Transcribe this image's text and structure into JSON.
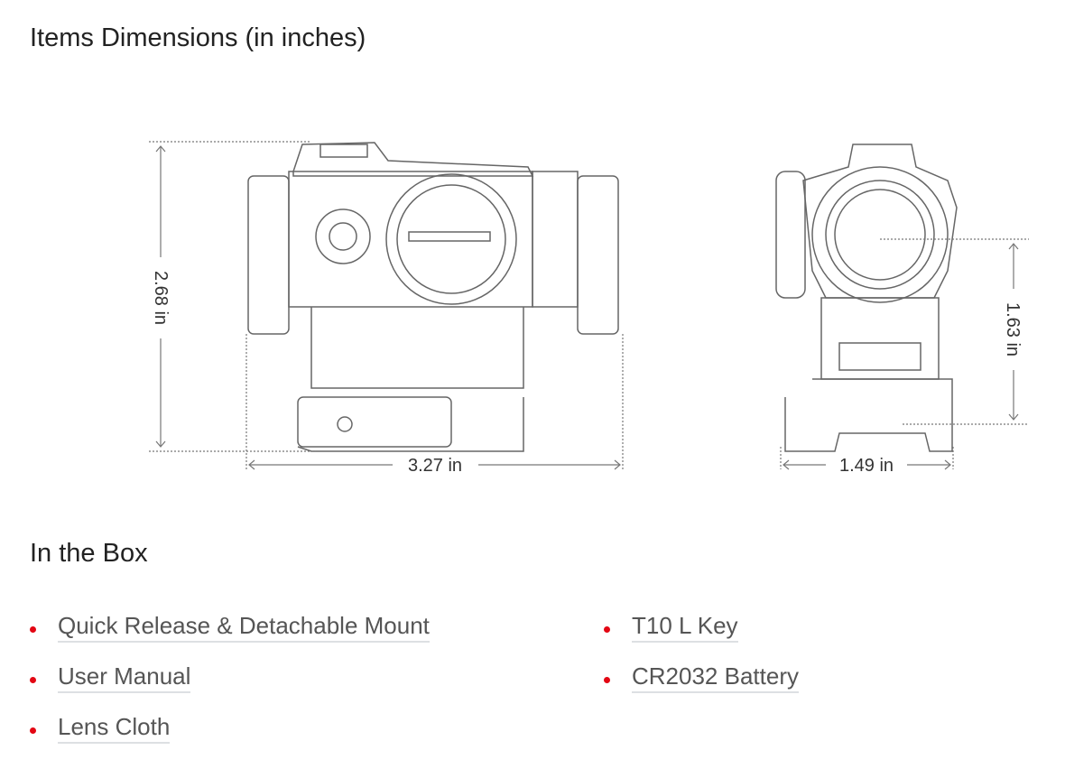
{
  "sections": {
    "dimensions_title": "Items Dimensions (in inches)",
    "box_title": "In the Box"
  },
  "dimensions": {
    "height": "2.68 in",
    "length": "3.27 in",
    "width": "1.49 in",
    "optical_height": "1.63 in"
  },
  "box_items_col1": [
    "Quick Release & Detachable Mount",
    "User Manual",
    "Lens Cloth"
  ],
  "box_items_col2": [
    "T10 L Key",
    "CR2032 Battery"
  ],
  "colors": {
    "bullet": "#e30613",
    "text": "#555555",
    "heading": "#222222"
  }
}
